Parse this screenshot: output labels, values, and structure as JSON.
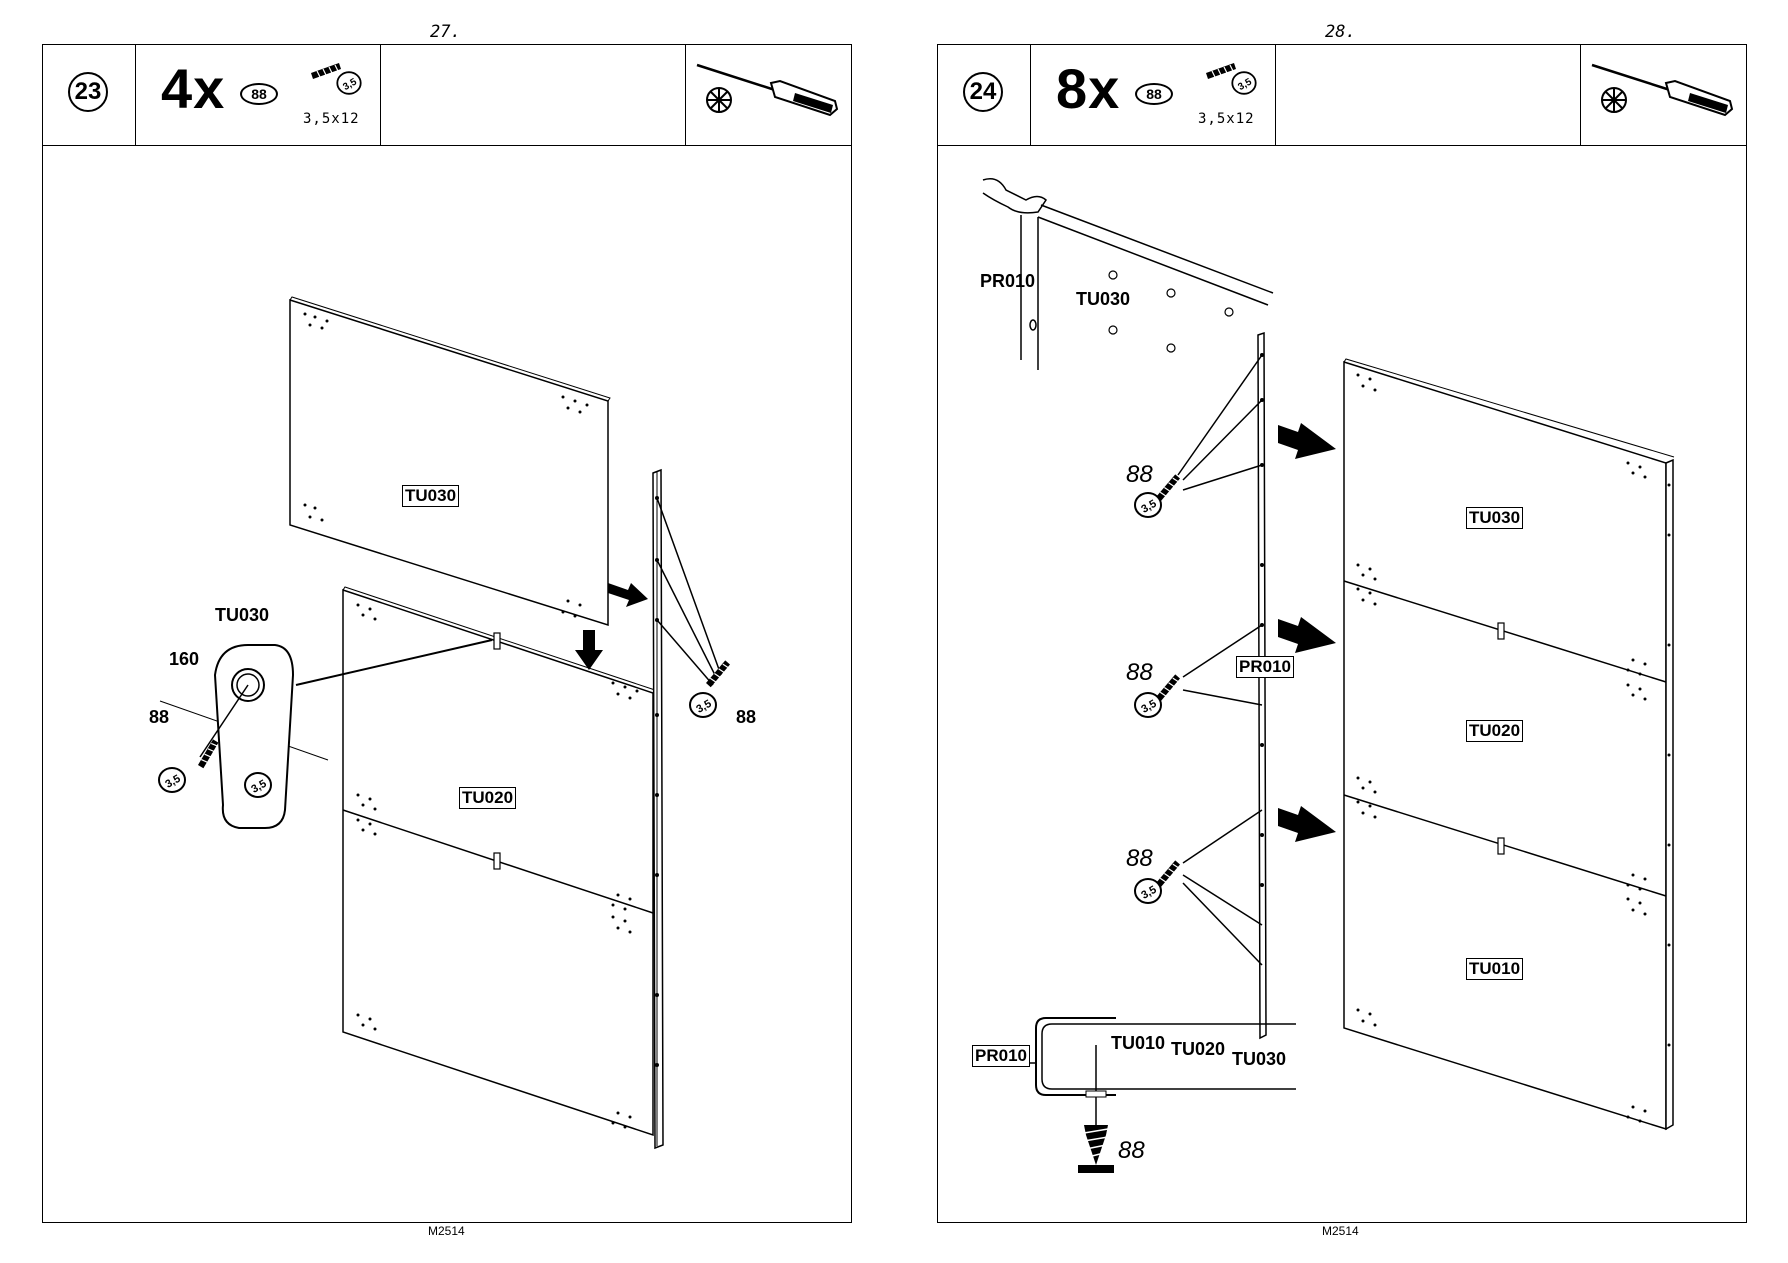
{
  "left_page": {
    "page_number": "27.",
    "footer": "M2514",
    "step": "23",
    "quantity": "4x",
    "part_number": "88",
    "screw_size": "3,5x12",
    "labels": {
      "panel_top": "TU030",
      "panel_bottom": "TU020",
      "detail_panel": "TU030",
      "detail_hole": "160",
      "detail_screw": "88",
      "side_screw": "88"
    }
  },
  "right_page": {
    "page_number": "28.",
    "footer": "M2514",
    "step": "24",
    "quantity": "8x",
    "part_number": "88",
    "screw_size": "3,5x12",
    "labels": {
      "detail_side": "PR010",
      "detail_panel": "TU030",
      "screw_1": "88",
      "screw_2": "88",
      "screw_3": "88",
      "side_panel": "PR010",
      "panel_top": "TU030",
      "panel_middle": "TU020",
      "panel_bottom": "TU010",
      "section_side": "PR010",
      "section_tu010": "TU010",
      "section_tu020": "TU020",
      "section_tu030": "TU030",
      "section_screw": "88"
    }
  }
}
